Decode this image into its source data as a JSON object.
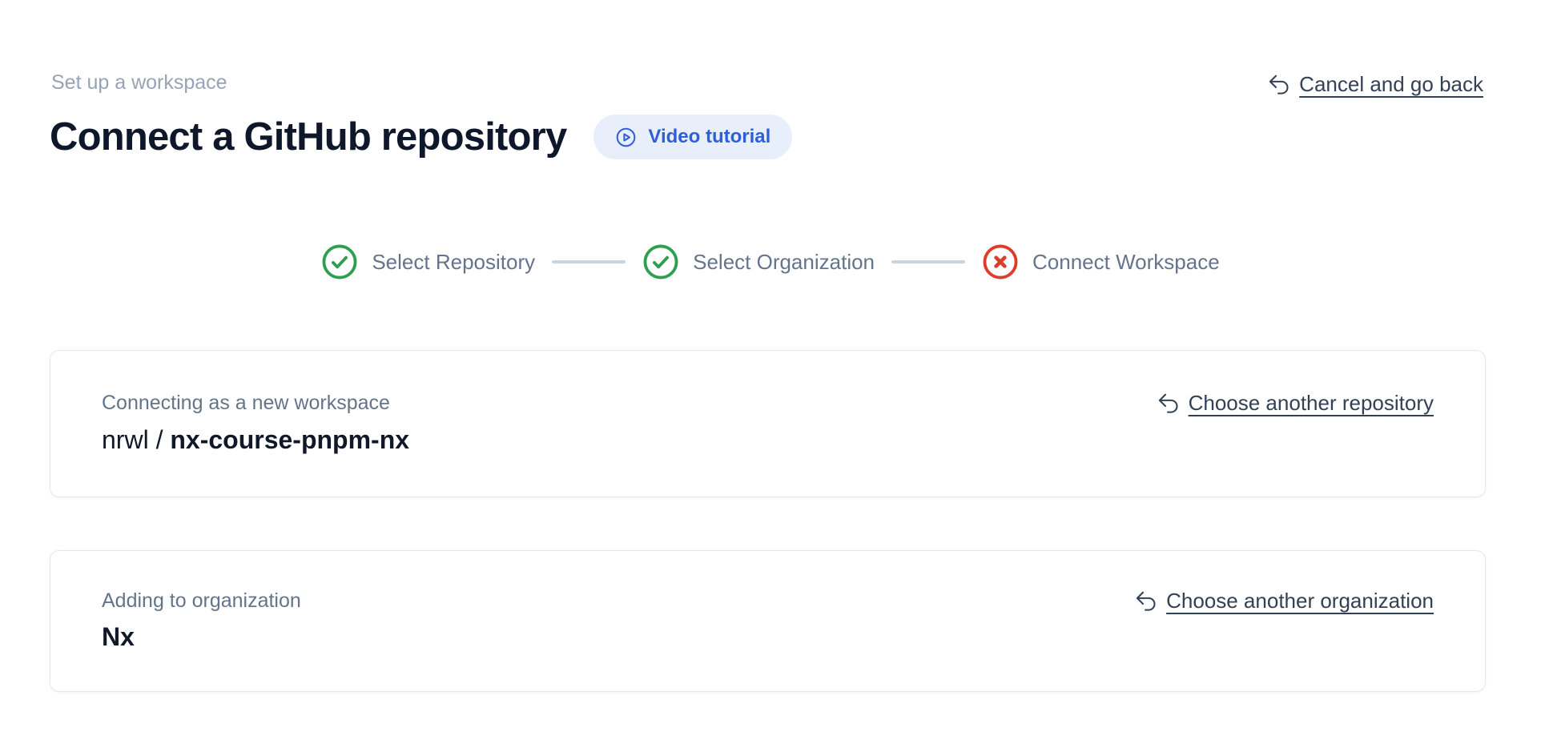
{
  "page": {
    "eyebrow": "Set up a workspace",
    "title": "Connect a GitHub repository",
    "video_button": {
      "label": "Video tutorial",
      "icon": "play-circle-icon"
    },
    "cancel_link": {
      "label": "Cancel and go back",
      "icon": "undo-icon"
    }
  },
  "stepper": {
    "steps": [
      {
        "label": "Select Repository",
        "status": "complete",
        "icon": "check-circle-icon"
      },
      {
        "label": "Select Organization",
        "status": "complete",
        "icon": "check-circle-icon"
      },
      {
        "label": "Connect Workspace",
        "status": "error",
        "icon": "x-circle-icon"
      }
    ]
  },
  "cards": [
    {
      "label": "Connecting as a new workspace",
      "value_prefix": "nrwl / ",
      "value": "nx-course-pnpm-nx",
      "action": {
        "label": "Choose another repository",
        "icon": "undo-icon"
      }
    },
    {
      "label": "Adding to organization",
      "value_prefix": "",
      "value": "Nx",
      "action": {
        "label": "Choose another organization",
        "icon": "undo-icon"
      }
    }
  ],
  "colors": {
    "accent_blue": "#2e5fd8",
    "pill_bg": "#e9eefb",
    "success_green": "#2f9e4f",
    "error_red": "#dc3d2b",
    "link_color": "#334155",
    "muted": "#64748b",
    "eyebrow": "#97a3b6",
    "heading": "#0f172a",
    "card_border": "#e2e8f0"
  }
}
